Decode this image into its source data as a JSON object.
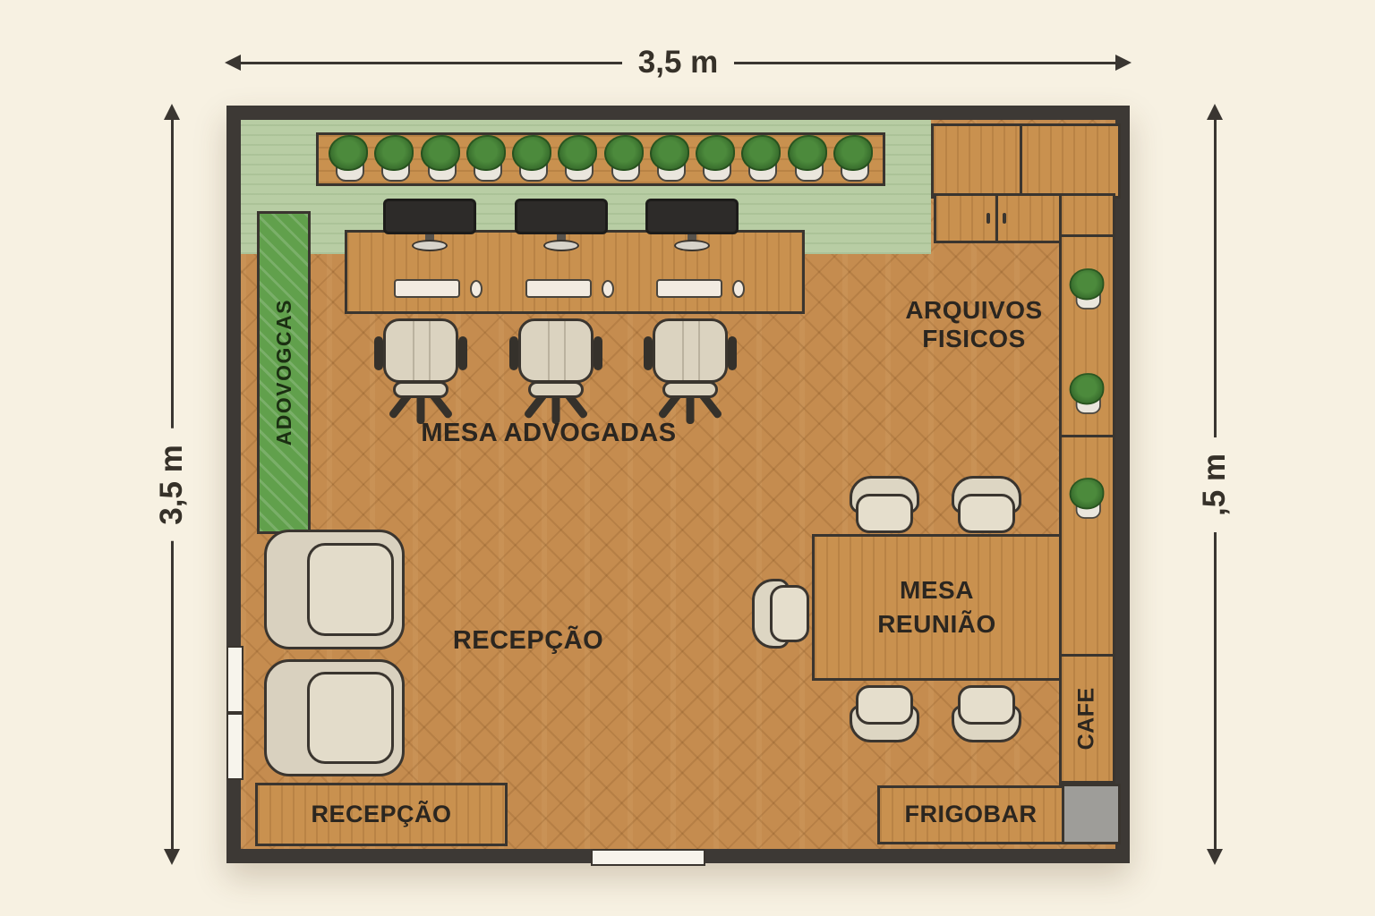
{
  "dimensions": {
    "top": "3,5 m",
    "left": "3,5 m",
    "right": ",5 m"
  },
  "rooms": {
    "advogadas_strip_label": "ADOVOGCAS",
    "desk_area_label": "MESA ADVOGADAS",
    "archives_label_line1": "ARQUIVOS",
    "archives_label_line2": "FISICOS",
    "meeting_label_line1": "MESA",
    "meeting_label_line2": "REUNIÃO",
    "reception_floor_label": "RECEPÇÃO",
    "reception_desk_label": "RECEPÇÃO",
    "cafe_label": "CAFE",
    "frigobar_label": "FRIGOBAR"
  },
  "colors": {
    "background": "#f7f1e2",
    "wall": "#3d3935",
    "floor_wood": "#c58c4f",
    "rug_green": "#b8cda4",
    "accent_green": "#61a04c",
    "furniture_wood": "#c9914f",
    "chair_beige": "#ddd6c3",
    "outline": "#3a352f",
    "text": "#2b2620"
  },
  "furniture_counts": {
    "planter_plants": 12,
    "desk_monitors": 3,
    "desk_chairs": 3,
    "meeting_chairs": 5,
    "reception_armchairs": 2,
    "column_plants": 3
  }
}
